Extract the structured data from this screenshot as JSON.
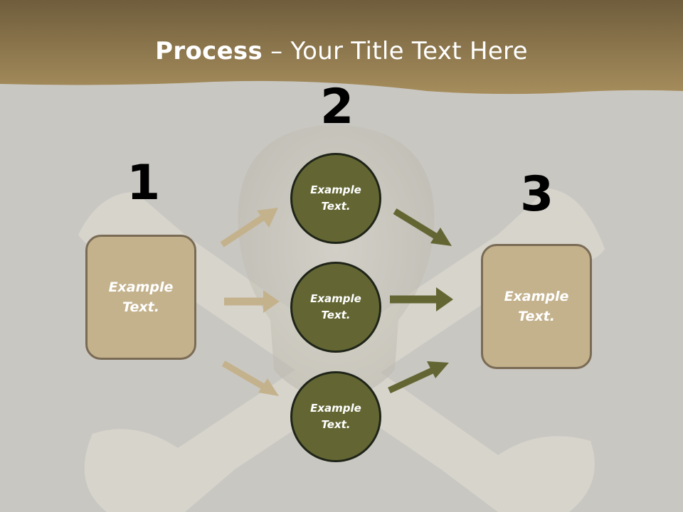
{
  "title": {
    "bold": "Process",
    "rest": " – Your Title Text Here"
  },
  "steps": [
    {
      "number": "1",
      "text": "Example\nText."
    },
    {
      "number": "2",
      "circles": [
        "Example\nText.",
        "Example\nText.",
        "Example\nText."
      ]
    },
    {
      "number": "3",
      "text": "Example\nText."
    }
  ],
  "colors": {
    "header": "#9a8453",
    "background": "#c9c7c2",
    "box_fill": "#c4b28d",
    "circle_fill": "#636633",
    "arrow_tan": "#c4b28d",
    "arrow_olive": "#636633"
  }
}
